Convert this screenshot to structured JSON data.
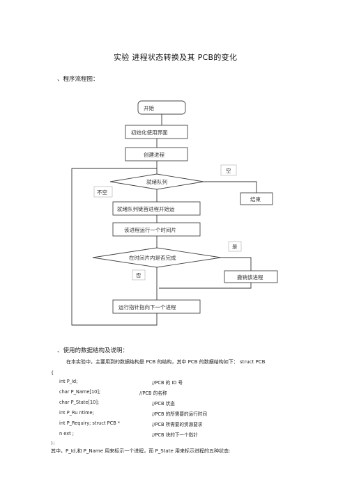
{
  "doc": {
    "title": "实验  进程状态转换及其 PCB的变化",
    "section1": "、程序流程图：",
    "section2": "、使用的数据结构及说明：",
    "intro": "在本实验中，主要用到的数据结构是     PCB 的结构，其中  PCB 的数据结构如下：  struct PCB",
    "open_brace": "{",
    "close_brace": "}；",
    "footer": "其中，P_Id,和  P_Name        用来标示一个进程，而 P_State 用来标示进程的五种状态:"
  },
  "flow": {
    "start": "开始",
    "init_ui": "初始化使用界面",
    "create_proc": "创建进程",
    "ready_queue": "就绪队列",
    "empty": "空",
    "not_empty": "不空",
    "end": "结束",
    "run_head": "就绪队列链首进程开始运",
    "run_slice": "该进程运行一个时间片",
    "done_in_slice": "在时间片内是否完成",
    "yes": "是",
    "no": "否",
    "cancel_proc": "撤销该进程",
    "next_proc": "运行指针指向下一个进程"
  },
  "code": [
    {
      "decl": "int P_Id;",
      "comment": "//PCB 的  ID 号"
    },
    {
      "decl": "char P_Name[10];",
      "comment": "//PCB 的名称"
    },
    {
      "decl": "char P_State[10];",
      "comment": "//PCB 状态"
    },
    {
      "decl": "int P_Ru ntime;",
      "comment": "//PCB 的所需要的运行时间"
    },
    {
      "decl": "int P_Requiry; struct PCB *",
      "comment": "//PCB 所需要的资源要求"
    },
    {
      "decl": "n ext ;",
      "comment": "//PCB 块的下一个指针"
    }
  ]
}
